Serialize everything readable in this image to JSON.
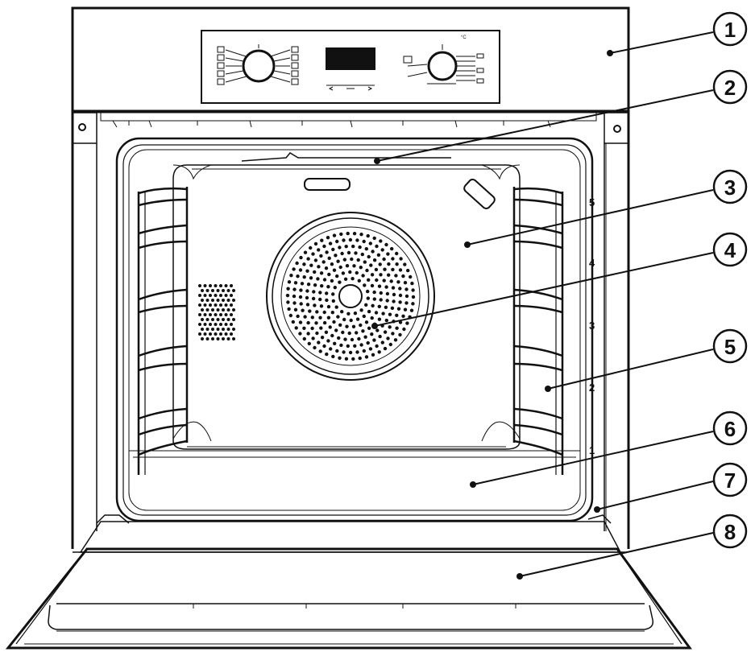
{
  "callouts": [
    {
      "id": "1",
      "label": "1"
    },
    {
      "id": "2",
      "label": "2"
    },
    {
      "id": "3",
      "label": "3"
    },
    {
      "id": "4",
      "label": "4"
    },
    {
      "id": "5",
      "label": "5"
    },
    {
      "id": "6",
      "label": "6"
    },
    {
      "id": "7",
      "label": "7"
    },
    {
      "id": "8",
      "label": "8"
    }
  ],
  "shelf_levels": [
    "5",
    "4",
    "3",
    "2",
    "1"
  ],
  "control_panel": {
    "temp_unit": "°C"
  },
  "colors": {
    "line": "#111111",
    "background": "#ffffff"
  }
}
